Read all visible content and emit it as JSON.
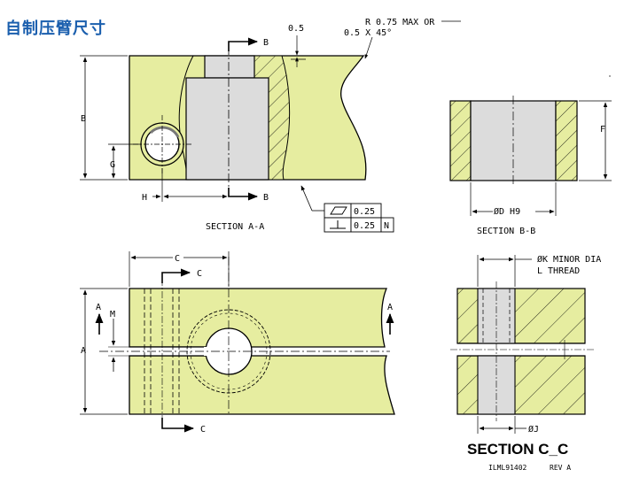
{
  "page": {
    "title": "自制压臂尺寸"
  },
  "colors": {
    "part_fill": "#e6eda0",
    "bore_fill": "#dcdcdc",
    "line": "#000000",
    "title_color": "#1b5fae"
  },
  "section_aa": {
    "caption": "SECTION  A-A",
    "dim_b": "B",
    "dim_g": "G",
    "dim_h": "H",
    "arrow_b_top": "B",
    "arrow_b_bottom": "B",
    "dim_chamfer_top": "0.5",
    "note_radius": "R 0.75 MAX OR",
    "note_chamfer": "0.5 X 45°",
    "gdt_flatness_value": "0.25",
    "gdt_perp_value": "0.25",
    "gdt_perp_datum": "N"
  },
  "section_bb": {
    "caption": "SECTION  B-B",
    "dim_f": "F",
    "dim_bore": "ØD H9"
  },
  "plan_view": {
    "dim_c": "C",
    "arrow_c_top": "C",
    "arrow_c_bottom": "C",
    "dim_a": "A",
    "dim_m": "M",
    "arrow_a_left": "A",
    "arrow_a_right": "A"
  },
  "section_cc": {
    "caption": "SECTION C_C",
    "note_thread_1": "ØK MINOR DIA",
    "note_thread_2": "L THREAD",
    "dim_j": "ØJ"
  },
  "footer": {
    "drawing_id": "ILML91402",
    "revision": "REV A"
  }
}
